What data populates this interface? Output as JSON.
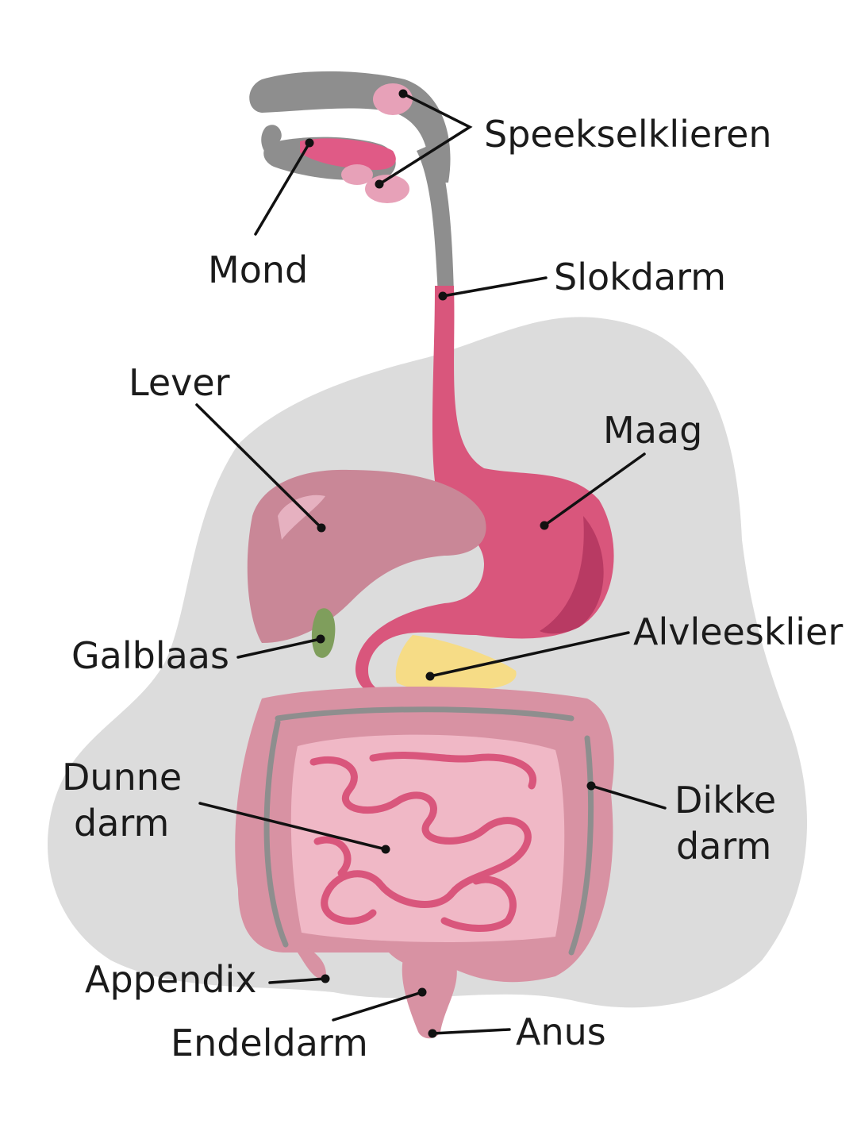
{
  "colors": {
    "background": "#ffffff",
    "body_silhouette": "#dcdcdc",
    "mouth_and_throat": "#8e8e8e",
    "digestive_pink": "#d9567c",
    "liver": "#c98797",
    "intestine": "#d892a3",
    "small_intestine": "#f0b8c6",
    "pancreas": "#f6dc86",
    "gallbladder": "#7f9e5c",
    "text": "#1b1b1b"
  },
  "labels": {
    "salivary_glands": "Speekselklieren",
    "mouth": "Mond",
    "esophagus": "Slokdarm",
    "liver": "Lever",
    "stomach": "Maag",
    "gallbladder": "Galblaas",
    "pancreas": "Alvleesklier",
    "small_intestine": [
      "Dunne",
      "darm"
    ],
    "large_intestine": [
      "Dikke",
      "darm"
    ],
    "appendix": "Appendix",
    "rectum": "Endeldarm",
    "anus": "Anus"
  }
}
